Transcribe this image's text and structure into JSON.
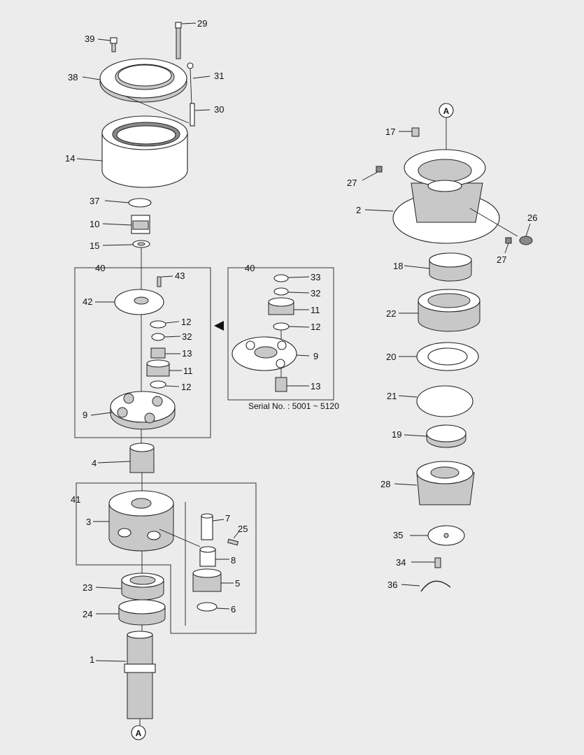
{
  "callouts": {
    "c29": "29",
    "c39": "39",
    "c38": "38",
    "c31": "31",
    "c30": "30",
    "c14": "14",
    "c37": "37",
    "c10": "10",
    "c15": "15",
    "c40a": "40",
    "c43": "43",
    "c42": "42",
    "c12a": "12",
    "c32a": "32",
    "c13a": "13",
    "c11a": "11",
    "c12b": "12",
    "c9a": "9",
    "c40b": "40",
    "c33": "33",
    "c32b": "32",
    "c11b": "11",
    "c12c": "12",
    "c9b": "9",
    "c13b": "13",
    "c4": "4",
    "c41": "41",
    "c3": "3",
    "c7": "7",
    "c25": "25",
    "c8": "8",
    "c5": "5",
    "c6": "6",
    "c23": "23",
    "c24": "24",
    "c1": "1",
    "c17": "17",
    "c27a": "27",
    "c2": "2",
    "c26": "26",
    "c27b": "27",
    "c18": "18",
    "c22": "22",
    "c20": "20",
    "c21": "21",
    "c19": "19",
    "c28": "28",
    "c35": "35",
    "c34": "34",
    "c36": "36"
  },
  "ref_marks": {
    "top": "A",
    "bottom": "A"
  },
  "serial_note": "Serial No. : 5001 ~ 5120",
  "pointer_icon": "triangle-pointer-left-icon"
}
